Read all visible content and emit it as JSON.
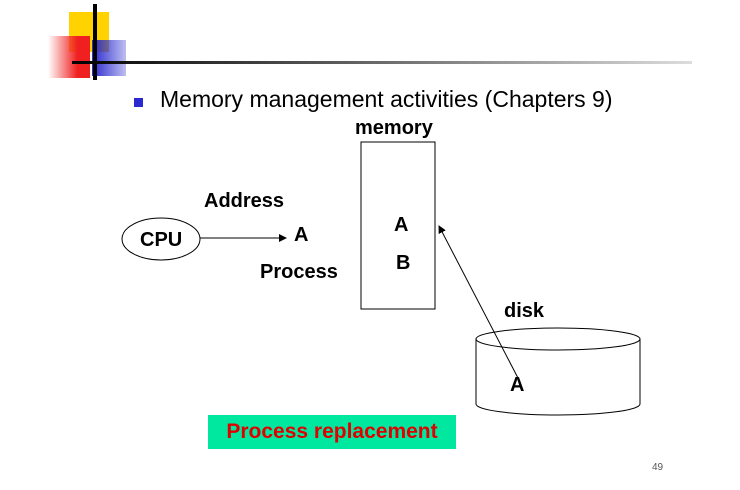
{
  "slide": {
    "bullet": "Memory management activities (Chapters 9)",
    "page_number": "49"
  },
  "diagram": {
    "cpu_label": "CPU",
    "address_label": "Address",
    "process_item": "A",
    "process_label": "Process",
    "memory_label": "memory",
    "memory_item_a": "A",
    "memory_item_b": "B",
    "disk_label": "disk",
    "disk_item": "A",
    "caption": "Process replacement"
  },
  "colors": {
    "bullet": "#2a2ad0",
    "caption_bg": "#00e8a0",
    "caption_text": "#e00000",
    "logo_yellow": "#ffd200",
    "logo_red": "#f02020",
    "logo_blue": "#2a2ad0"
  }
}
